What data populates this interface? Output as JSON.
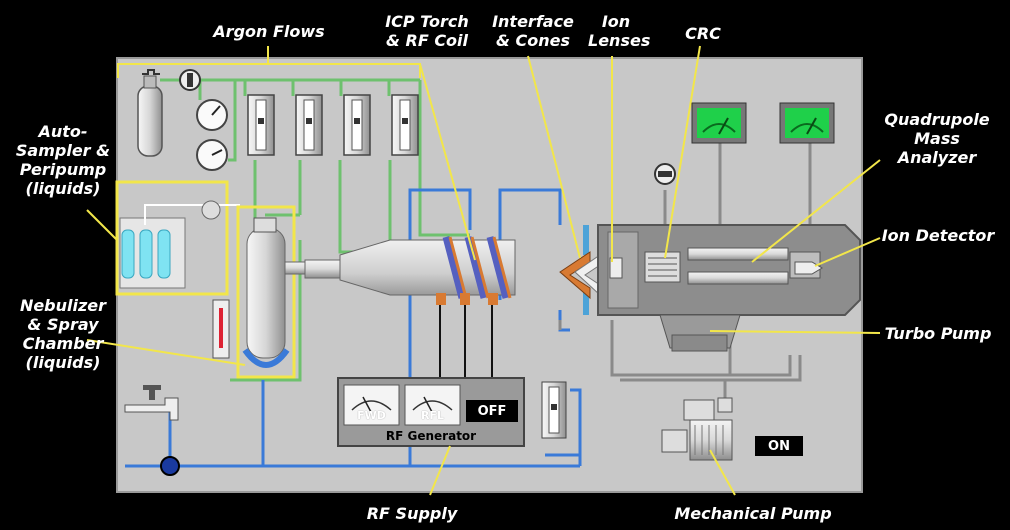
{
  "labels": {
    "argon_flows": "Argon Flows",
    "icp_torch": "ICP Torch\n& RF Coil",
    "interface_cones": "Interface\n& Cones",
    "ion_lenses": "Ion\nLenses",
    "crc": "CRC",
    "quadrupole": "Quadrupole\nMass\nAnalyzer",
    "ion_detector": "Ion Detector",
    "turbo_pump": "Turbo Pump",
    "mechanical_pump": "Mechanical Pump",
    "rf_supply": "RF Supply",
    "autosampler": "Auto-\nSampler &\nPeripump\n(liquids)",
    "nebulizer": "Nebulizer\n& Spray\nChamber\n(liquids)"
  },
  "rf_generator": {
    "title": "RF Generator",
    "fwd": "FWD",
    "rfl": "RFL",
    "status": "OFF"
  },
  "mech_pump": {
    "status": "ON"
  },
  "colors": {
    "background": "#000000",
    "panel": "#c8c8c8",
    "argon_line": "#6ec16e",
    "water_line": "#3a7ad8",
    "callout": "#f2e64a",
    "meter_screen": "#1fd04a"
  }
}
